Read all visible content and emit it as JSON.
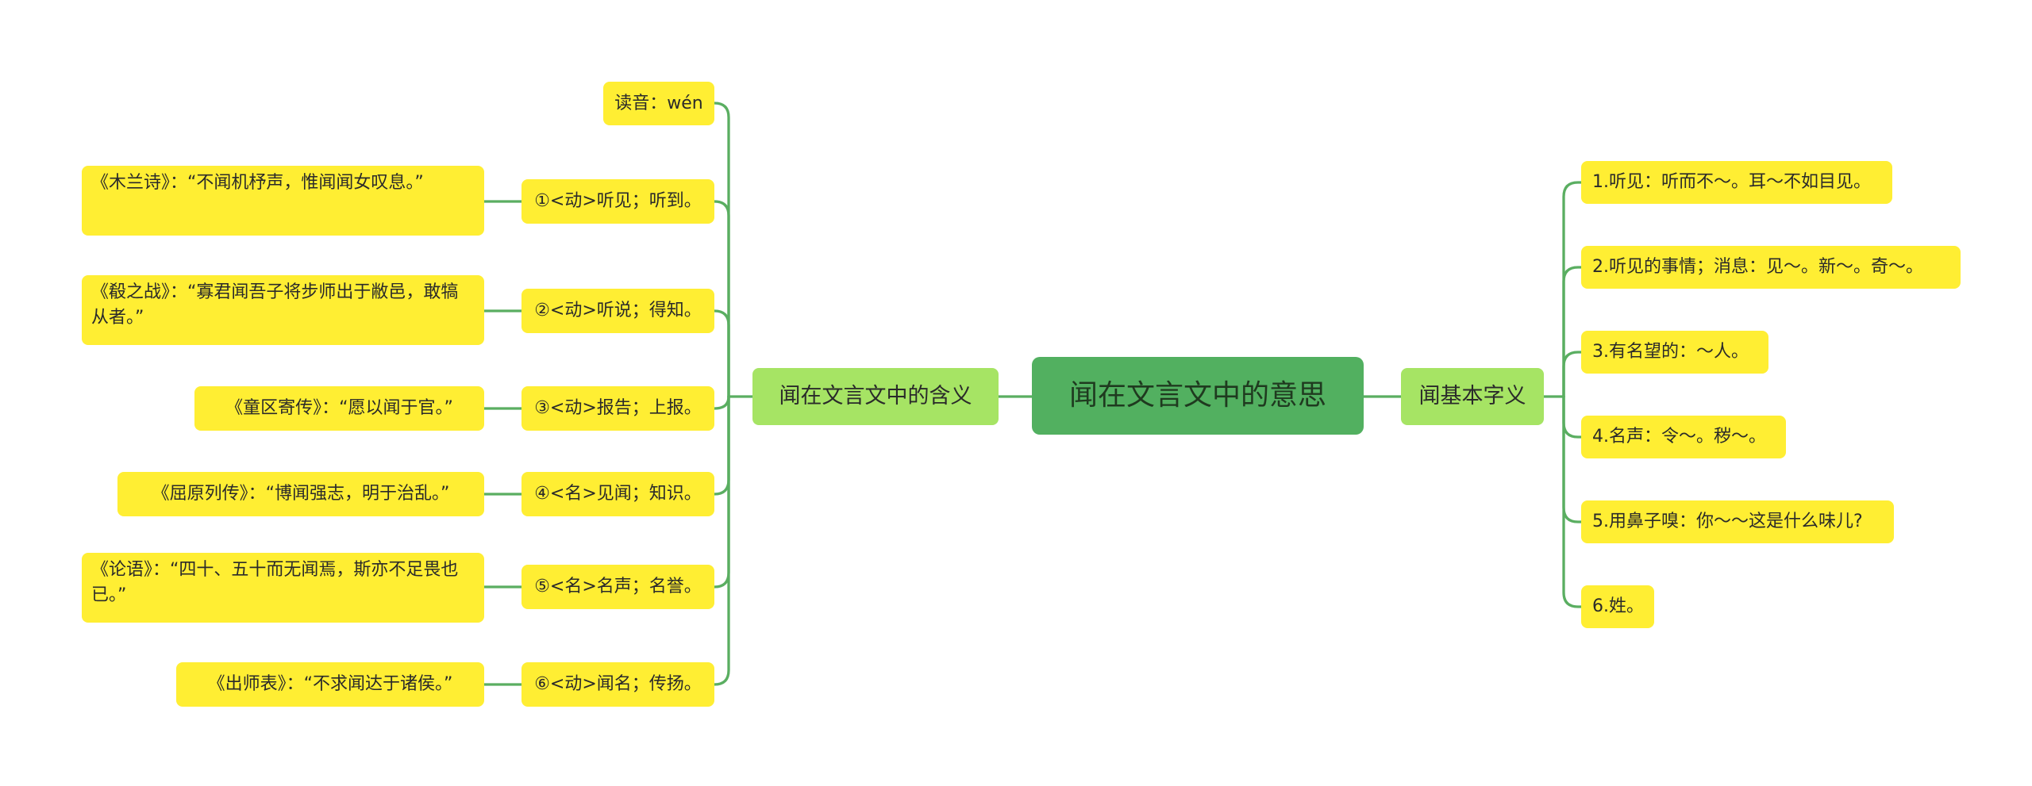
{
  "root": {
    "label": "闻在文言文中的意思"
  },
  "left_branch": {
    "label": "闻在文言文中的含义",
    "items": [
      {
        "label": "读音：wén",
        "example": ""
      },
      {
        "label": "①<动>听见；听到。",
        "example": "《木兰诗》：“不闻机杼声，惟闻闻女叹息。”"
      },
      {
        "label": "②<动>听说；得知。",
        "example": "《殽之战》：“寡君闻吾子将步师出于敝邑，敢犒从者。”"
      },
      {
        "label": "③<动>报告；上报。",
        "example": "《童区寄传》：“愿以闻于官。”"
      },
      {
        "label": "④<名>见闻；知识。",
        "example": "《屈原列传》：“博闻强志，明于治乱。”"
      },
      {
        "label": "⑤<名>名声；名誉。",
        "example": "《论语》：“四十、五十而无闻焉，斯亦不足畏也已。”"
      },
      {
        "label": "⑥<动>闻名；传扬。",
        "example": "《出师表》：“不求闻达于诸侯。”"
      }
    ]
  },
  "right_branch": {
    "label": "闻基本字义",
    "items": [
      {
        "label": "1.听见：听而不～。耳～不如目见。"
      },
      {
        "label": "2.听见的事情；消息：见～。新～。奇～。"
      },
      {
        "label": "3.有名望的：～人。"
      },
      {
        "label": "4.名声：令～。秽～。"
      },
      {
        "label": "5.用鼻子嗅：你～～这是什么味儿?"
      },
      {
        "label": "6.姓。"
      }
    ]
  },
  "colors": {
    "root_fill": "#52b060",
    "branch_fill": "#a6e464",
    "leaf_fill": "#ffee33",
    "connector": "#5aae61"
  }
}
